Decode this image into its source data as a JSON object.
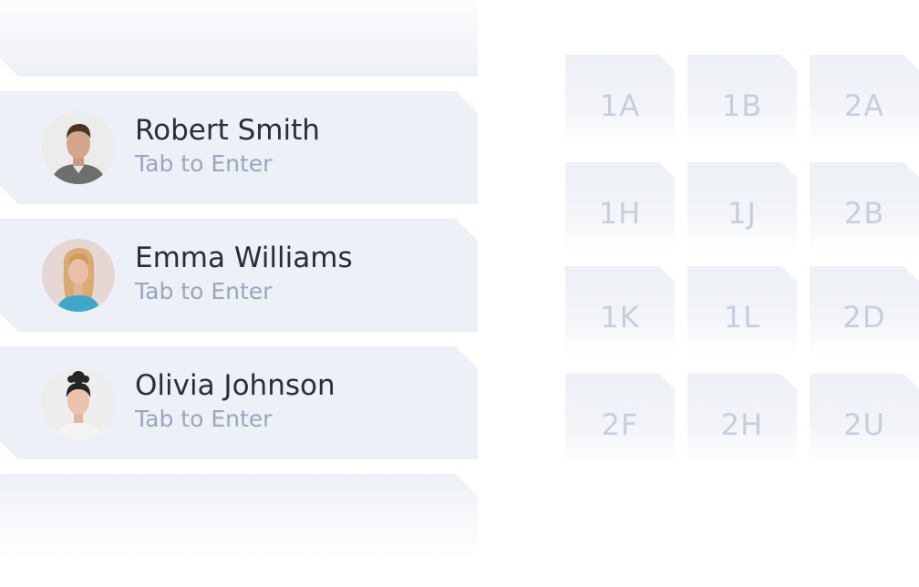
{
  "passengers": [
    {
      "name": "Robert Smith",
      "hint": "Tab to Enter"
    },
    {
      "name": "Emma Williams",
      "hint": "Tab to Enter"
    },
    {
      "name": "Olivia Johnson",
      "hint": "Tab to Enter"
    }
  ],
  "seats": [
    [
      "1A",
      "1B",
      "2A"
    ],
    [
      "1H",
      "1J",
      "2B"
    ],
    [
      "1K",
      "1L",
      "2D"
    ],
    [
      "2F",
      "2H",
      "2U"
    ]
  ],
  "colors": {
    "card_bg": "#edf0f6",
    "name_text": "#2a2e36",
    "hint_text": "#9aa6bc",
    "seat_text": "#c7cedc"
  }
}
